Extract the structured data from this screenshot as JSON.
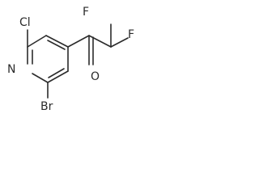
{
  "structure": {
    "atoms": {
      "cl": "Cl",
      "n": "N",
      "br": "Br",
      "o": "O",
      "f1": "F",
      "f2": "F"
    }
  }
}
